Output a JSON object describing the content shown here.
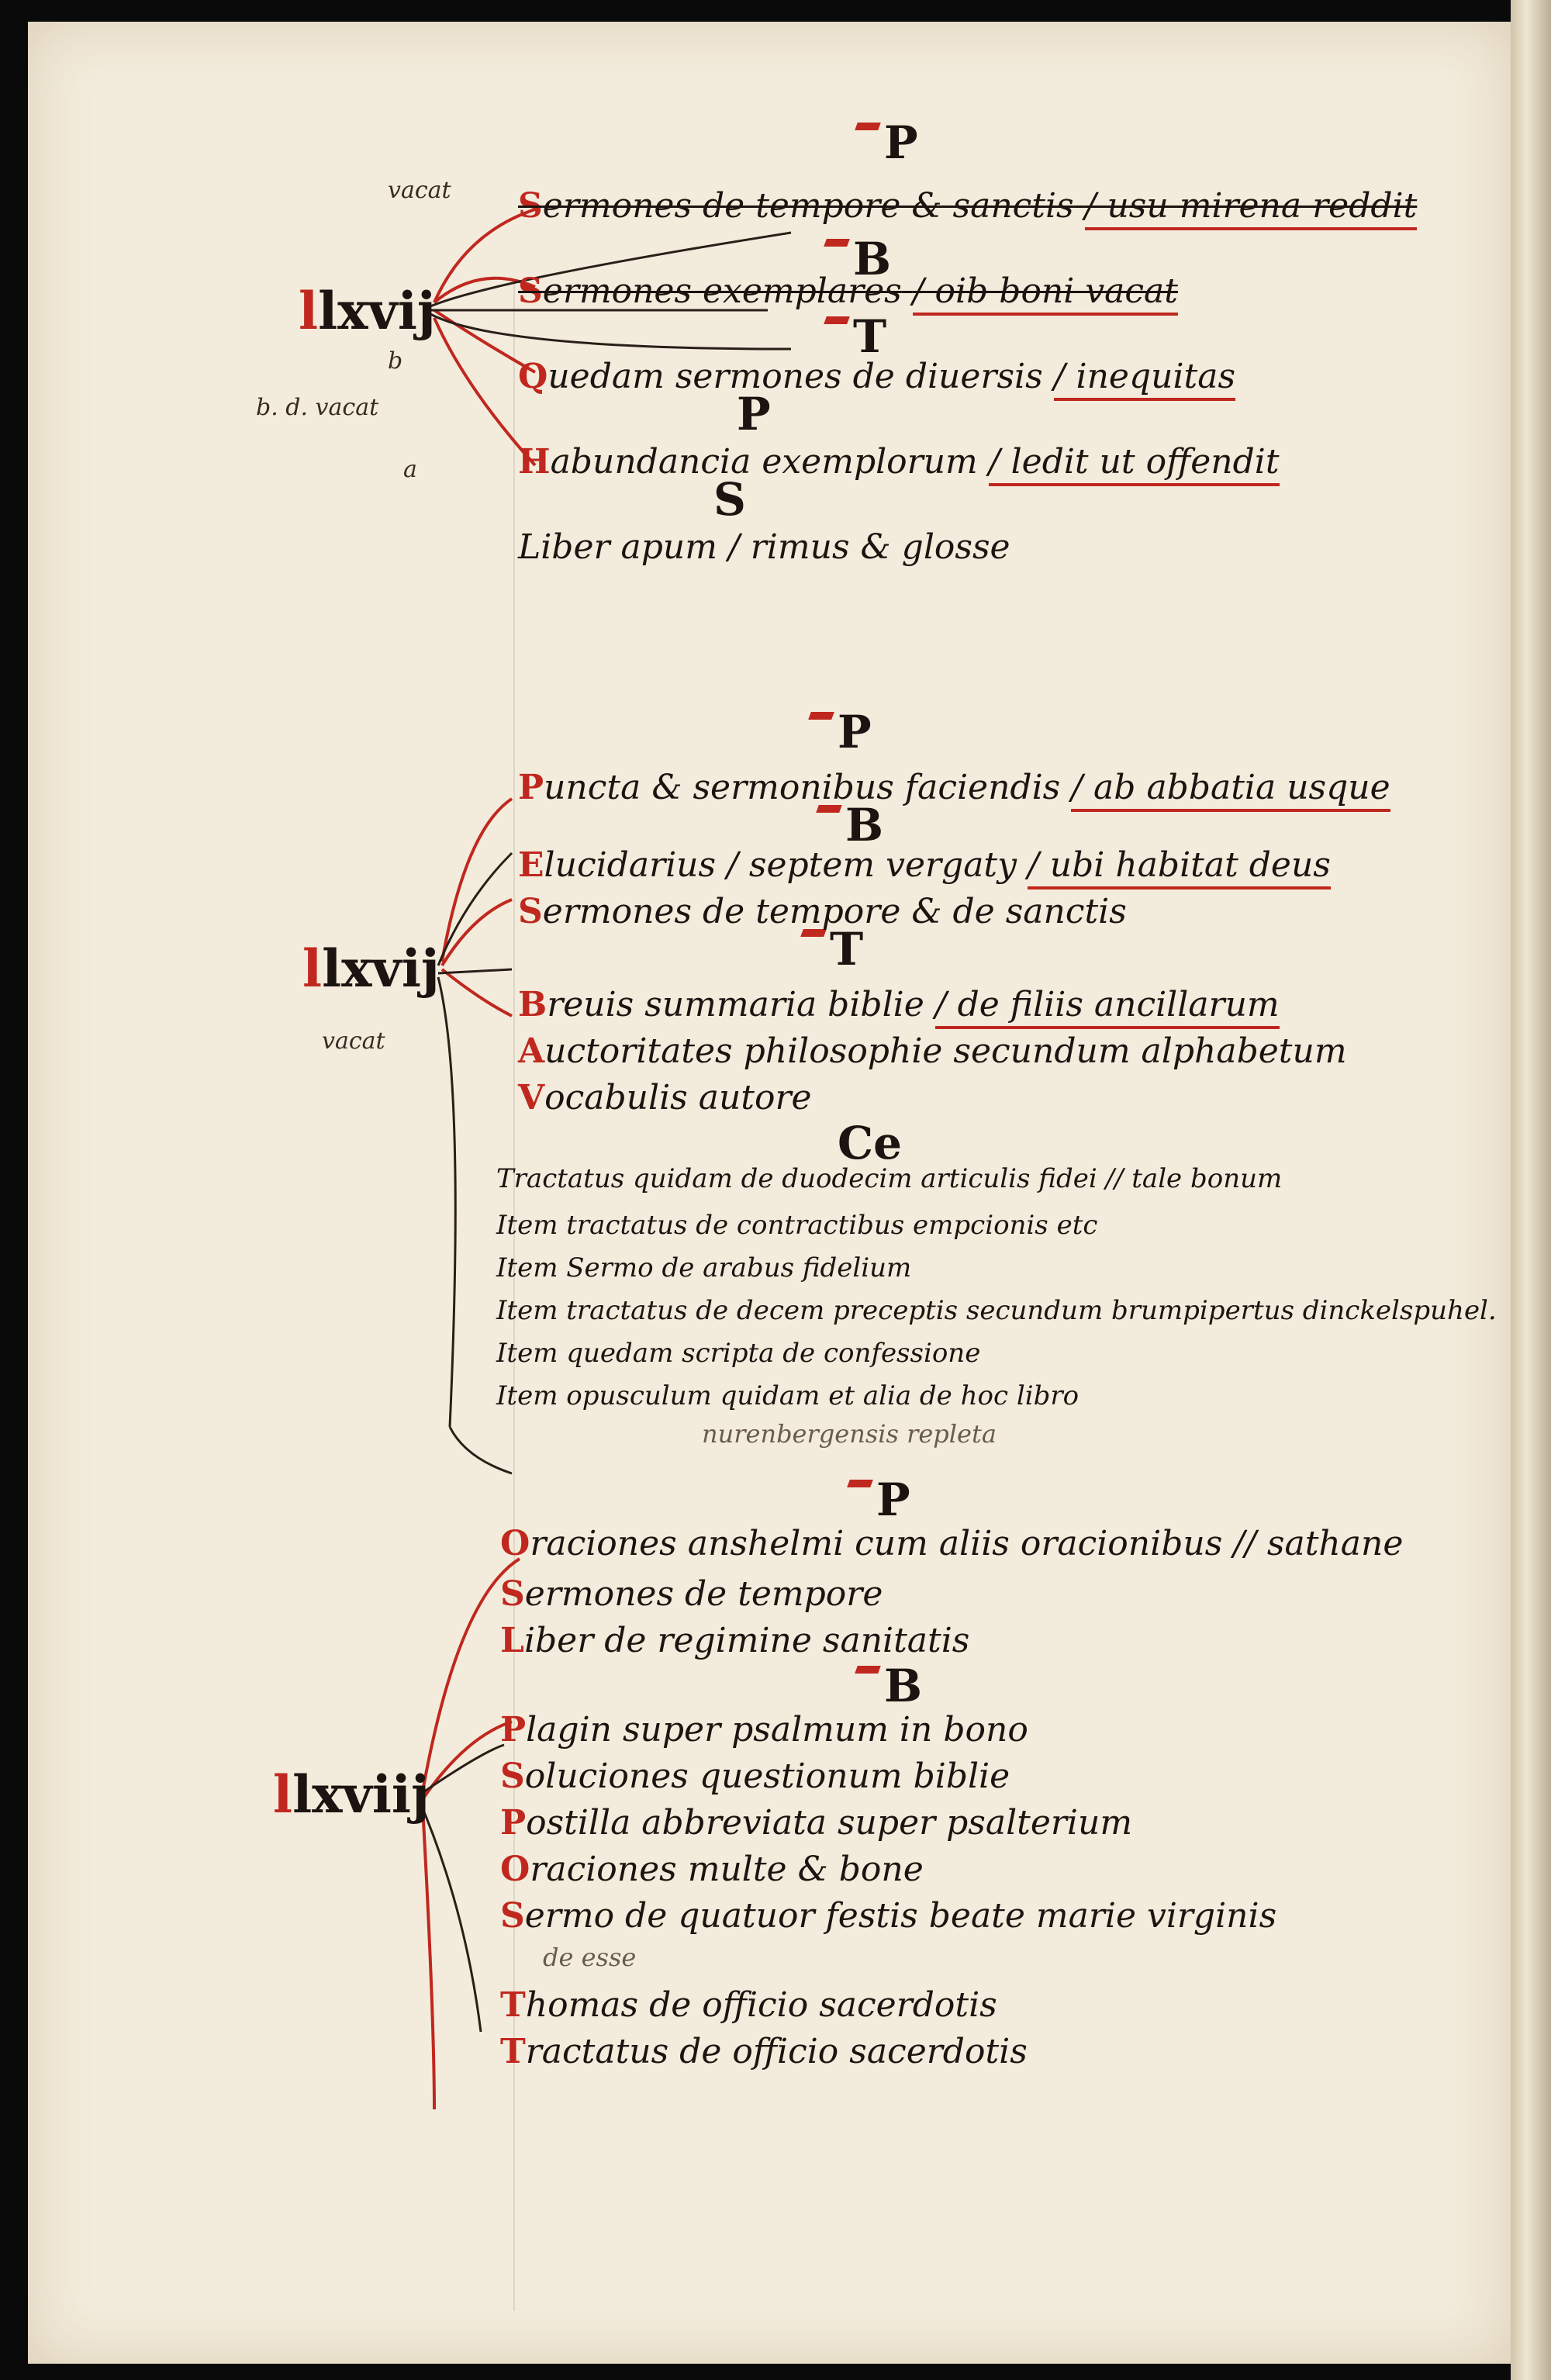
{
  "sections": [
    {
      "number": "lxvij",
      "margin_notes": [
        "vacat",
        "b  ",
        "b. d. vacat",
        "a"
      ],
      "letters": [
        "P",
        "B",
        "T",
        "P",
        "S"
      ],
      "entries": [
        {
          "lead": "S",
          "text": "ermones de tempore & sanctis",
          "tail": "/ usu mirena reddit"
        },
        {
          "lead": "S",
          "text": "ermones exemplares",
          "tail": "/ oib boni   vacat"
        },
        {
          "lead": "Q",
          "text": "uedam sermones de diuersis",
          "tail": "/ inequitas"
        },
        {
          "lead": "H",
          "text": "abundancia exemplorum",
          "tail": "/ ledit ut offendit"
        },
        {
          "lead": "L",
          "text": "iber apum / rimus & glosse",
          "tail": ""
        }
      ]
    },
    {
      "number": "lxvij",
      "margin_notes": [
        "vacat"
      ],
      "letters": [
        "P",
        "B",
        "T",
        "Ce"
      ],
      "entries": [
        {
          "lead": "P",
          "text": "uncta & sermonibus faciendis",
          "tail": "/ ab abbatia usque"
        },
        {
          "lead": "E",
          "text": "lucidarius / septem vergaty",
          "tail": "/ ubi habitat deus"
        },
        {
          "lead": "S",
          "text": "ermones de tempore & de sanctis",
          "tail": ""
        },
        {
          "lead": "B",
          "text": "reuis summaria biblie",
          "tail": "/ de filiis ancillarum"
        },
        {
          "lead": "A",
          "text": "uctoritates philosophie secundum alphabetum",
          "tail": ""
        },
        {
          "lead": "V",
          "text": "ocabulis autore",
          "tail": ""
        }
      ],
      "treatises": [
        "Tractatus quidam de duodecim articulis fidei // tale bonum",
        "Item tractatus de contractibus empcionis etc",
        "Item Sermo de arabus fidelium",
        "Item tractatus de decem preceptis secundum brumpipertus dinckelspuhel.",
        "Item quedam scripta de confessione",
        "Item opusculum quidam et alia de hoc libro"
      ],
      "treatise_note": "nurenbergensis repleta"
    },
    {
      "number": "lxviij",
      "margin_notes": [],
      "letters": [
        "P",
        "B"
      ],
      "entries": [
        {
          "lead": "O",
          "text": "raciones anshelmi cum aliis oracionibus",
          "tail": "// sathane"
        },
        {
          "lead": "S",
          "text": "ermones de tempore",
          "tail": ""
        },
        {
          "lead": "L",
          "text": "iber de regimine sanitatis",
          "tail": ""
        },
        {
          "lead": "P",
          "text": "lagin super psalmum in bono",
          "tail": ""
        },
        {
          "lead": "S",
          "text": "oluciones questionum biblie",
          "tail": ""
        },
        {
          "lead": "P",
          "text": "ostilla abbreviata super psalterium",
          "tail": ""
        },
        {
          "lead": "O",
          "text": "raciones multe & bone",
          "tail": ""
        },
        {
          "lead": "S",
          "text": "ermo de quatuor festis beate marie virginis",
          "tail": ""
        },
        {
          "lead": "T",
          "text": "homas de officio sacerdotis",
          "tail": ""
        },
        {
          "lead": "T",
          "text": "ractatus de officio sacerdotis",
          "tail": ""
        }
      ],
      "faint_line": "   de                      esse"
    }
  ],
  "colors": {
    "ink": "#1c1410",
    "rubric": "#c0281f",
    "parchment": "#f3ecdc"
  }
}
